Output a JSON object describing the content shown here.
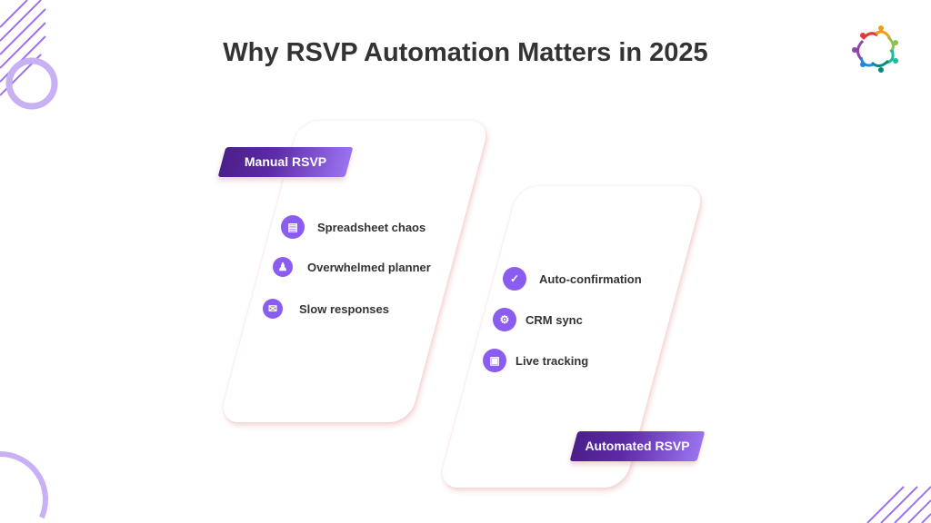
{
  "title": "Why RSVP Automation Matters in 2025",
  "manual": {
    "label": "Manual RSVP",
    "items": [
      {
        "text": "Spreadsheet chaos",
        "icon": "spreadsheet-icon"
      },
      {
        "text": "Overwhelmed planner",
        "icon": "planner-icon"
      },
      {
        "text": "Slow responses",
        "icon": "envelope-icon"
      }
    ]
  },
  "automated": {
    "label": "Automated RSVP",
    "items": [
      {
        "text": "Auto-confirmation",
        "icon": "confirm-mail-icon"
      },
      {
        "text": "CRM sync",
        "icon": "crm-sync-icon"
      },
      {
        "text": "Live tracking",
        "icon": "monitor-tracking-icon"
      }
    ]
  },
  "colors": {
    "accent": "#8b5cf0",
    "badge_dark": "#4b1f8a"
  }
}
